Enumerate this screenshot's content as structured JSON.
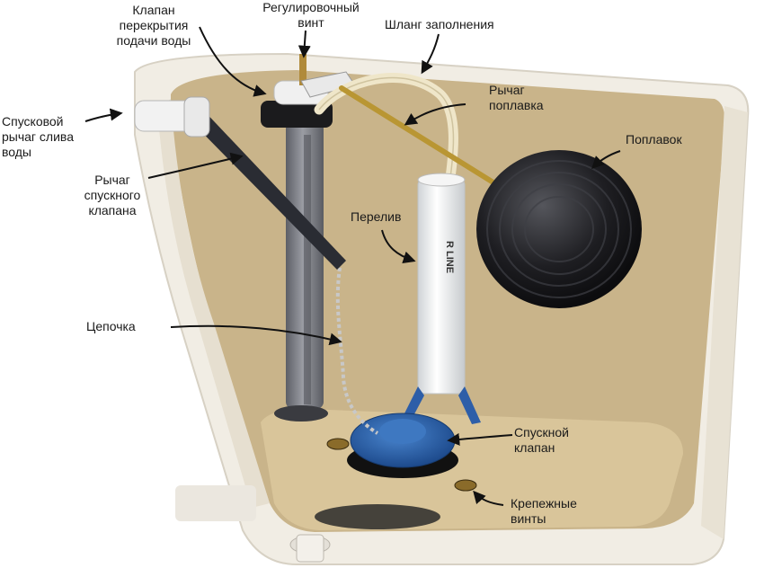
{
  "labels": {
    "valve": "Клапан\nперекрытия\nподачи воды",
    "screw": "Регулировочный\nвинт",
    "hose": "Шланг заполнения",
    "float_lever": "Рычаг\nпоплавка",
    "float": "Поплавок",
    "flush_lever": "Спусковой\nрычаг слива\nводы",
    "drain_lever": "Рычаг\nспускного\nклапана",
    "overflow": "Перелив",
    "chain": "Цепочка",
    "drain_valve": "Спускной\nклапан",
    "bolts": "Крепежные\nвинты"
  },
  "product_text": "R LINE",
  "colors": {
    "tank_inner": "#c9b48a",
    "tank_wall": "#f1ede4",
    "float": "#1b1b1f",
    "flapper": "#2a5fa8",
    "valve_tube": "#7d7f86",
    "arrow": "#111111"
  }
}
